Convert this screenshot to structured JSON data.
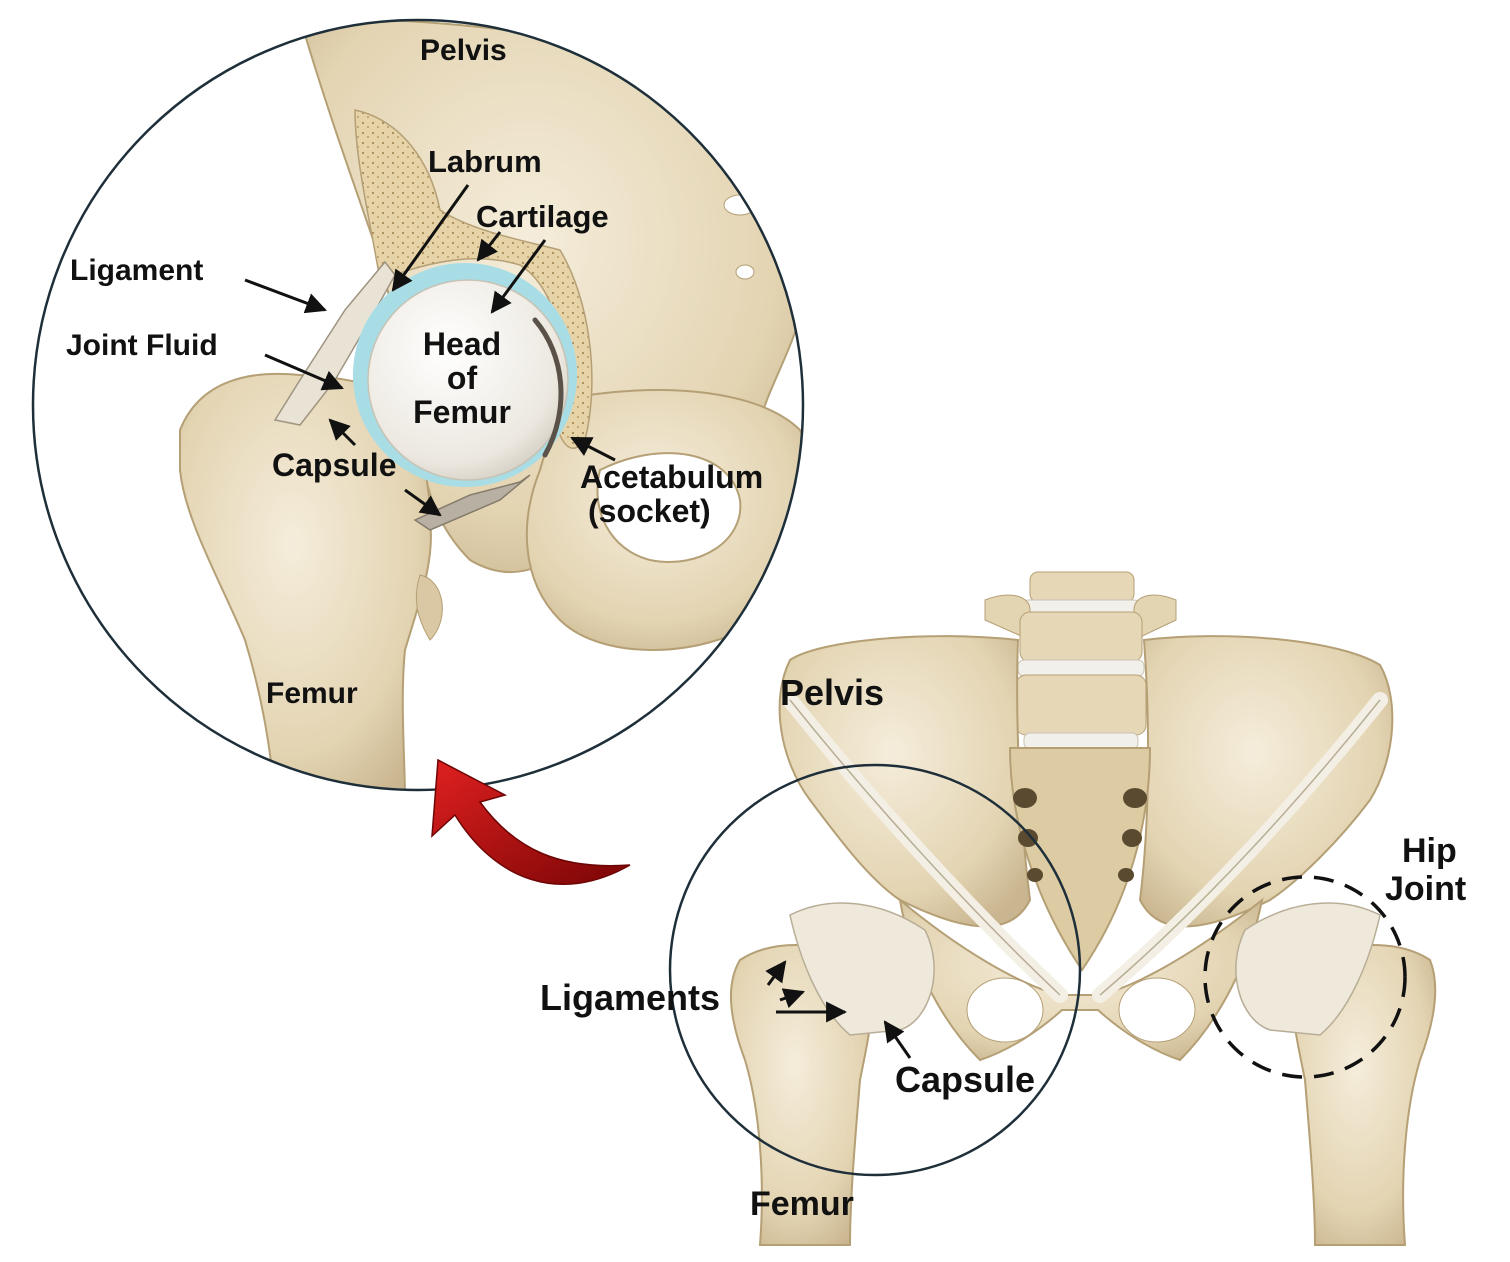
{
  "zoom_view": {
    "labels": {
      "pelvis": "Pelvis",
      "labrum": "Labrum",
      "cartilage": "Cartilage",
      "ligament": "Ligament",
      "joint_fluid": "Joint Fluid",
      "head_line1": "Head",
      "head_line2": "of",
      "head_line3": "Femur",
      "capsule": "Capsule",
      "acetabulum_line1": "Acetabulum",
      "acetabulum_line2": "(socket)",
      "femur": "Femur"
    }
  },
  "full_view": {
    "labels": {
      "pelvis": "Pelvis",
      "hip_line1": "Hip",
      "hip_line2": "Joint",
      "ligaments": "Ligaments",
      "capsule": "Capsule",
      "femur": "Femur"
    }
  },
  "colors": {
    "bone": "#e8dcc0",
    "bone_shade": "#c9b58f",
    "bone_light": "#f4ecd9",
    "cartilage": "#a8dde6",
    "cancellous": "#e2cfa3",
    "ligament": "#f0ebe0",
    "outline": "#1e2f3a",
    "arrow_red": "#b01010",
    "text": "#111111"
  }
}
